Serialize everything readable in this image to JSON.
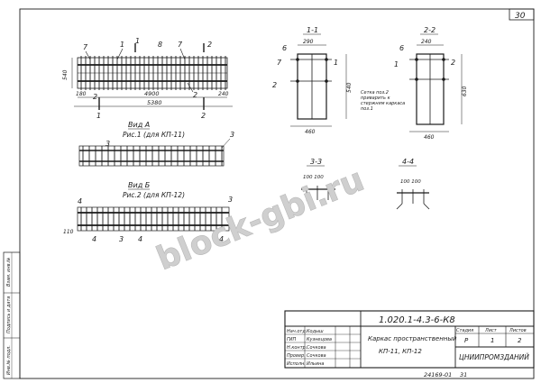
{
  "sheet": {
    "page_number": "30",
    "doc_code": "1.020.1-4.3-6-К8",
    "title_line1": "Каркас пространственный",
    "title_line2": "КП-11, КП-12",
    "stage_header": "Стадия",
    "sheet_header": "Лист",
    "sheets_header": "Листов",
    "stage_value": "Р",
    "sheet_value": "1",
    "sheets_value": "2",
    "org": "ЦНИИПРОМЗДАНИЙ",
    "bottom_code": "24169-01",
    "bottom_num": "31",
    "side_label_1": "Инв.№ подл.",
    "side_label_2": "Подпись и дата",
    "side_label_3": "Взам. инв.№",
    "signers": [
      {
        "role": "Нач.отд.",
        "name": "Кодыш"
      },
      {
        "role": "ГИП",
        "name": "Кузнецова"
      },
      {
        "role": "Н.контр.",
        "name": "Сочкова"
      },
      {
        "role": "Провер.",
        "name": "Сочкова"
      },
      {
        "role": "Исполн.",
        "name": "Ильина"
      }
    ]
  },
  "drawing": {
    "main": {
      "pos_7": "7",
      "pos_1": "1",
      "pos_2": "2",
      "pos_8": "8",
      "sec_1": "1",
      "sec_2": "2",
      "vid_label": "А",
      "dim_540": "540",
      "dim_180": "180",
      "dim_4900": "4900",
      "dim_5380": "5380",
      "dim_240": "240"
    },
    "vid_a": {
      "title": "Вид А",
      "subtitle": "Рис.1 (для КП-11)",
      "pos": "3"
    },
    "vid_b": {
      "title": "Вид Б",
      "subtitle": "Рис.2 (для КП-12)",
      "pos_3": "3",
      "pos_4": "4",
      "dim_110": "110"
    },
    "section_11": {
      "title": "1-1",
      "dim_top": "290",
      "dim_side": "540",
      "dim_bottom": "460",
      "pos_6": "6",
      "pos_1": "1",
      "pos_2": "2",
      "pos_7": "7"
    },
    "section_22": {
      "title": "2-2",
      "dim_top": "240",
      "dim_side": "630",
      "dim_bottom": "460",
      "pos_6": "6",
      "pos_1": "1",
      "pos_2": "2",
      "note": "Сетка поз.2 приварить к стержням каркаса поз.1"
    },
    "section_33": {
      "title": "3-3",
      "dim": "100 100"
    },
    "section_44": {
      "title": "4-4",
      "dim": "100 100"
    }
  },
  "watermark": "block-gbi.ru"
}
